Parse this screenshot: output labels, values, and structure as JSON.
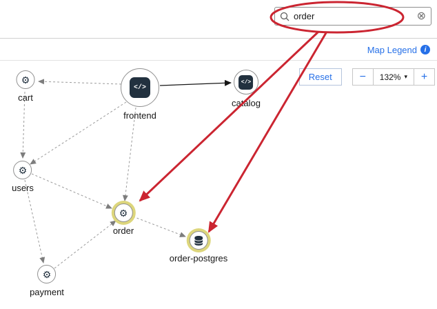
{
  "search": {
    "value": "order"
  },
  "legend": {
    "map_legend_label": "Map Legend"
  },
  "controls": {
    "reset_label": "Reset",
    "zoom_out_label": "−",
    "zoom_level": "132%",
    "zoom_in_label": "+"
  },
  "icons": {
    "service_glyph": "⚙",
    "code_glyph": "</>",
    "clear_glyph": "⊗",
    "caret_glyph": "▾",
    "info_glyph": "i"
  },
  "map": {
    "nodes": [
      {
        "id": "cart",
        "label": "cart",
        "type": "service"
      },
      {
        "id": "frontend",
        "label": "frontend",
        "type": "code"
      },
      {
        "id": "catalog",
        "label": "catalog",
        "type": "code"
      },
      {
        "id": "users",
        "label": "users",
        "type": "service"
      },
      {
        "id": "order",
        "label": "order",
        "type": "service",
        "highlighted": true
      },
      {
        "id": "order-postgres",
        "label": "order-postgres",
        "type": "database",
        "highlighted": true
      },
      {
        "id": "payment",
        "label": "payment",
        "type": "service"
      }
    ],
    "edges": [
      {
        "from": "frontend",
        "to": "cart",
        "style": "dashed"
      },
      {
        "from": "frontend",
        "to": "catalog",
        "style": "solid"
      },
      {
        "from": "frontend",
        "to": "users",
        "style": "dashed"
      },
      {
        "from": "frontend",
        "to": "order",
        "style": "dashed"
      },
      {
        "from": "cart",
        "to": "users",
        "style": "dashed"
      },
      {
        "from": "users",
        "to": "order",
        "style": "dashed"
      },
      {
        "from": "users",
        "to": "payment",
        "style": "dashed"
      },
      {
        "from": "order",
        "to": "order-postgres",
        "style": "dashed"
      },
      {
        "from": "payment",
        "to": "order",
        "style": "dashed"
      }
    ]
  },
  "colors": {
    "accent_blue": "#2670e8",
    "highlight_yellow": "#ddd67c",
    "annotation_red": "#cb2531",
    "node_dark": "#22313f"
  }
}
